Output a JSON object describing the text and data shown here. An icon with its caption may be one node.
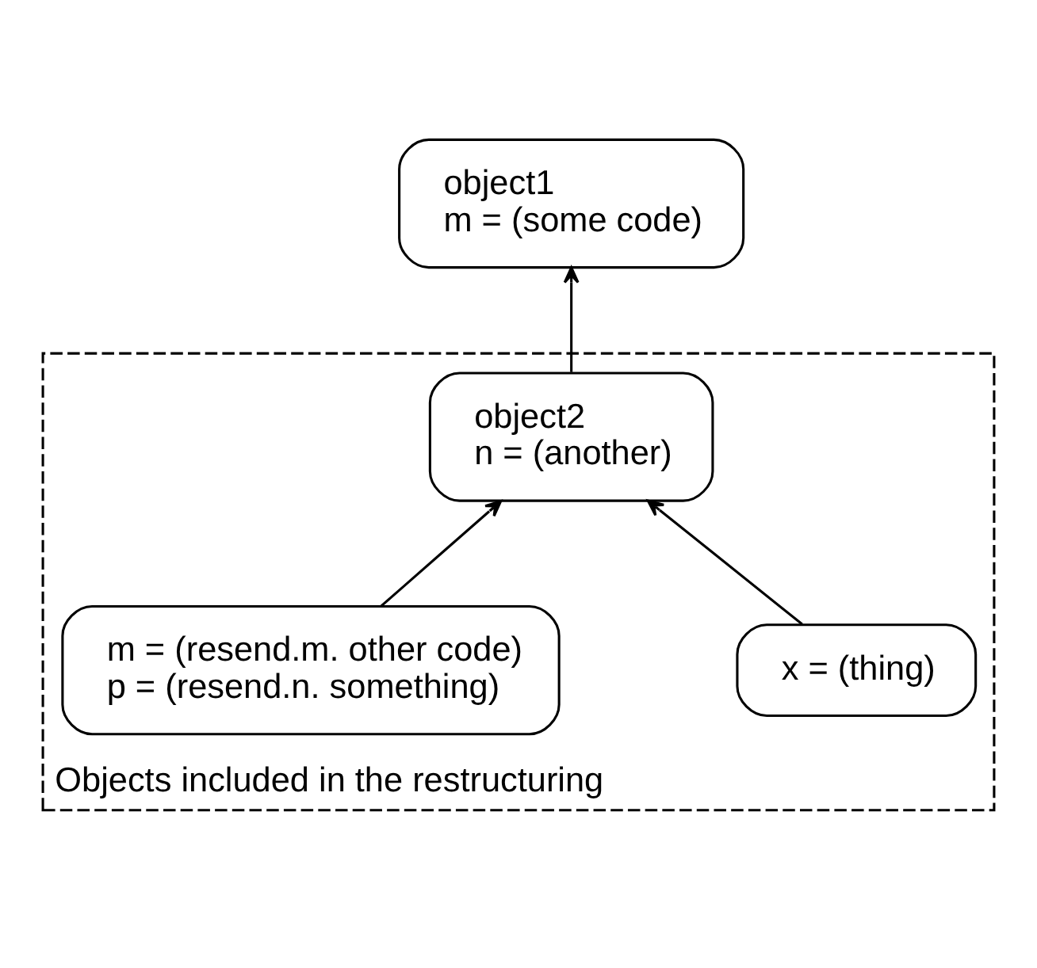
{
  "diagram": {
    "nodes": [
      {
        "text": [
          "object1",
          "m = (some code)"
        ]
      },
      {
        "text": [
          "Objects included in the restructuring"
        ]
      },
      {
        "text": [
          "object2",
          "n = (another)"
        ],
        "in": 1
      },
      {
        "text": [
          "x = (thing)"
        ],
        "in": 1
      },
      {
        "text": [
          "m = (resend.m. other code)",
          "p = (resend.n. something)"
        ],
        "in": 1
      }
    ],
    "edges": [
      {
        "from": 2,
        "to": 0,
        "arrow": "to"
      },
      {
        "from": 3,
        "to": 2,
        "arrow": "to"
      },
      {
        "from": 4,
        "to": 2,
        "arrow": "to"
      }
    ]
  }
}
